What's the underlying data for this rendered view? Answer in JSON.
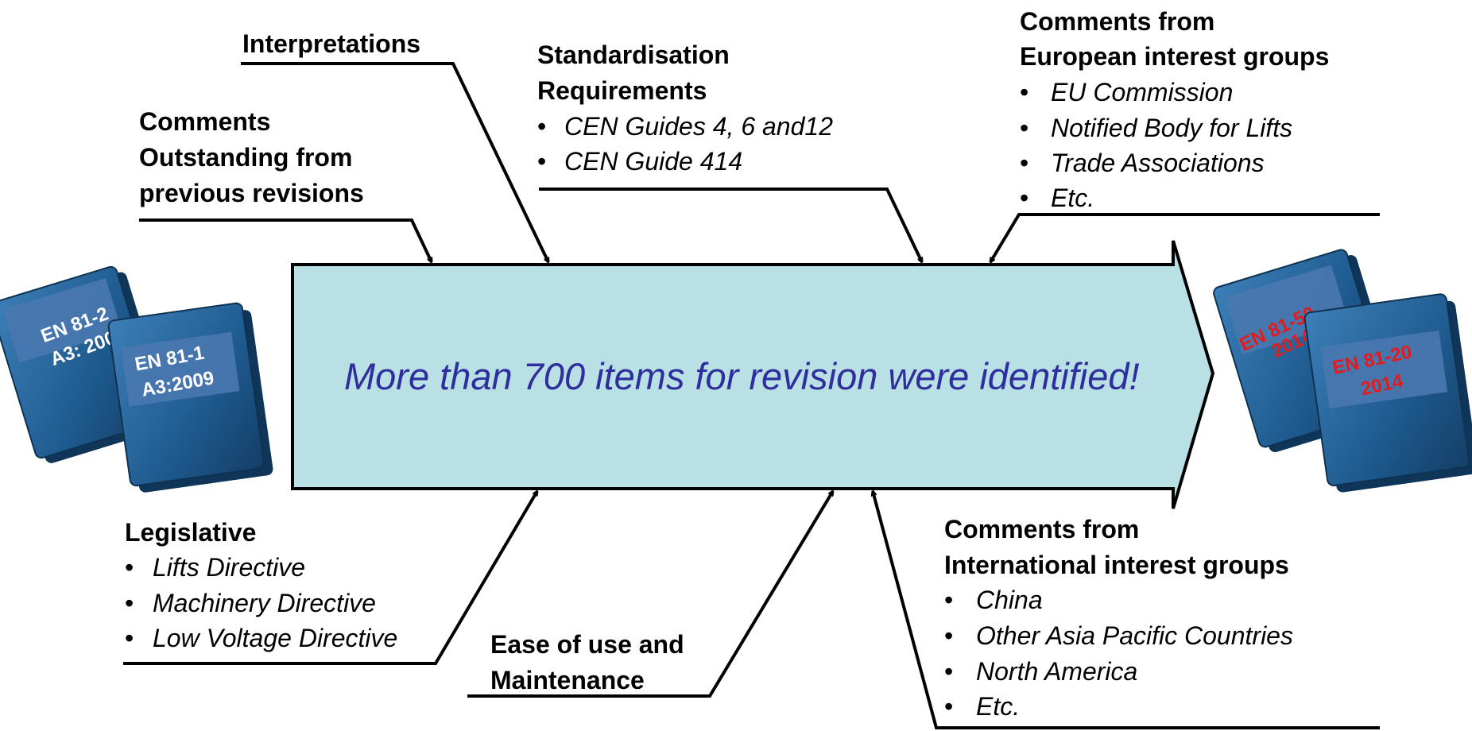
{
  "main_arrow_text": "More than 700 items for revision were identified!",
  "books_left": [
    {
      "line1": "EN 81-2",
      "line2": "A3: 2009"
    },
    {
      "line1": "EN 81-1",
      "line2": "A3:2009"
    }
  ],
  "books_right": [
    {
      "line1": "EN 81-50",
      "line2": "2014"
    },
    {
      "line1": "EN 81-20",
      "line2": "2014"
    }
  ],
  "inputs": {
    "interpretations": {
      "title": [
        "Interpretations"
      ]
    },
    "comments_outstanding": {
      "title": [
        "Comments",
        "Outstanding from",
        "previous revisions"
      ]
    },
    "standardisation": {
      "title": [
        "Standardisation",
        "Requirements"
      ],
      "bullets": [
        "CEN Guides 4, 6 and12",
        "CEN Guide 414"
      ]
    },
    "european": {
      "title": [
        "Comments from",
        "European interest groups"
      ],
      "bullets": [
        "EU Commission",
        "Notified Body for Lifts",
        "Trade Associations",
        "Etc."
      ]
    },
    "legislative": {
      "title": [
        "Legislative"
      ],
      "bullets": [
        "Lifts Directive",
        "Machinery Directive",
        "Low Voltage Directive"
      ]
    },
    "ease": {
      "title": [
        "Ease of use and",
        "Maintenance"
      ]
    },
    "international": {
      "title": [
        "Comments from",
        "International interest groups"
      ],
      "bullets": [
        "China",
        "Other Asia Pacific Countries",
        "North America",
        "Etc."
      ]
    }
  },
  "colors": {
    "arrow_fill": "#b9e0e4",
    "main_text": "#2e2e9c",
    "book_blue": "#1e5a8e",
    "book_label_red": "#e31b1b"
  }
}
